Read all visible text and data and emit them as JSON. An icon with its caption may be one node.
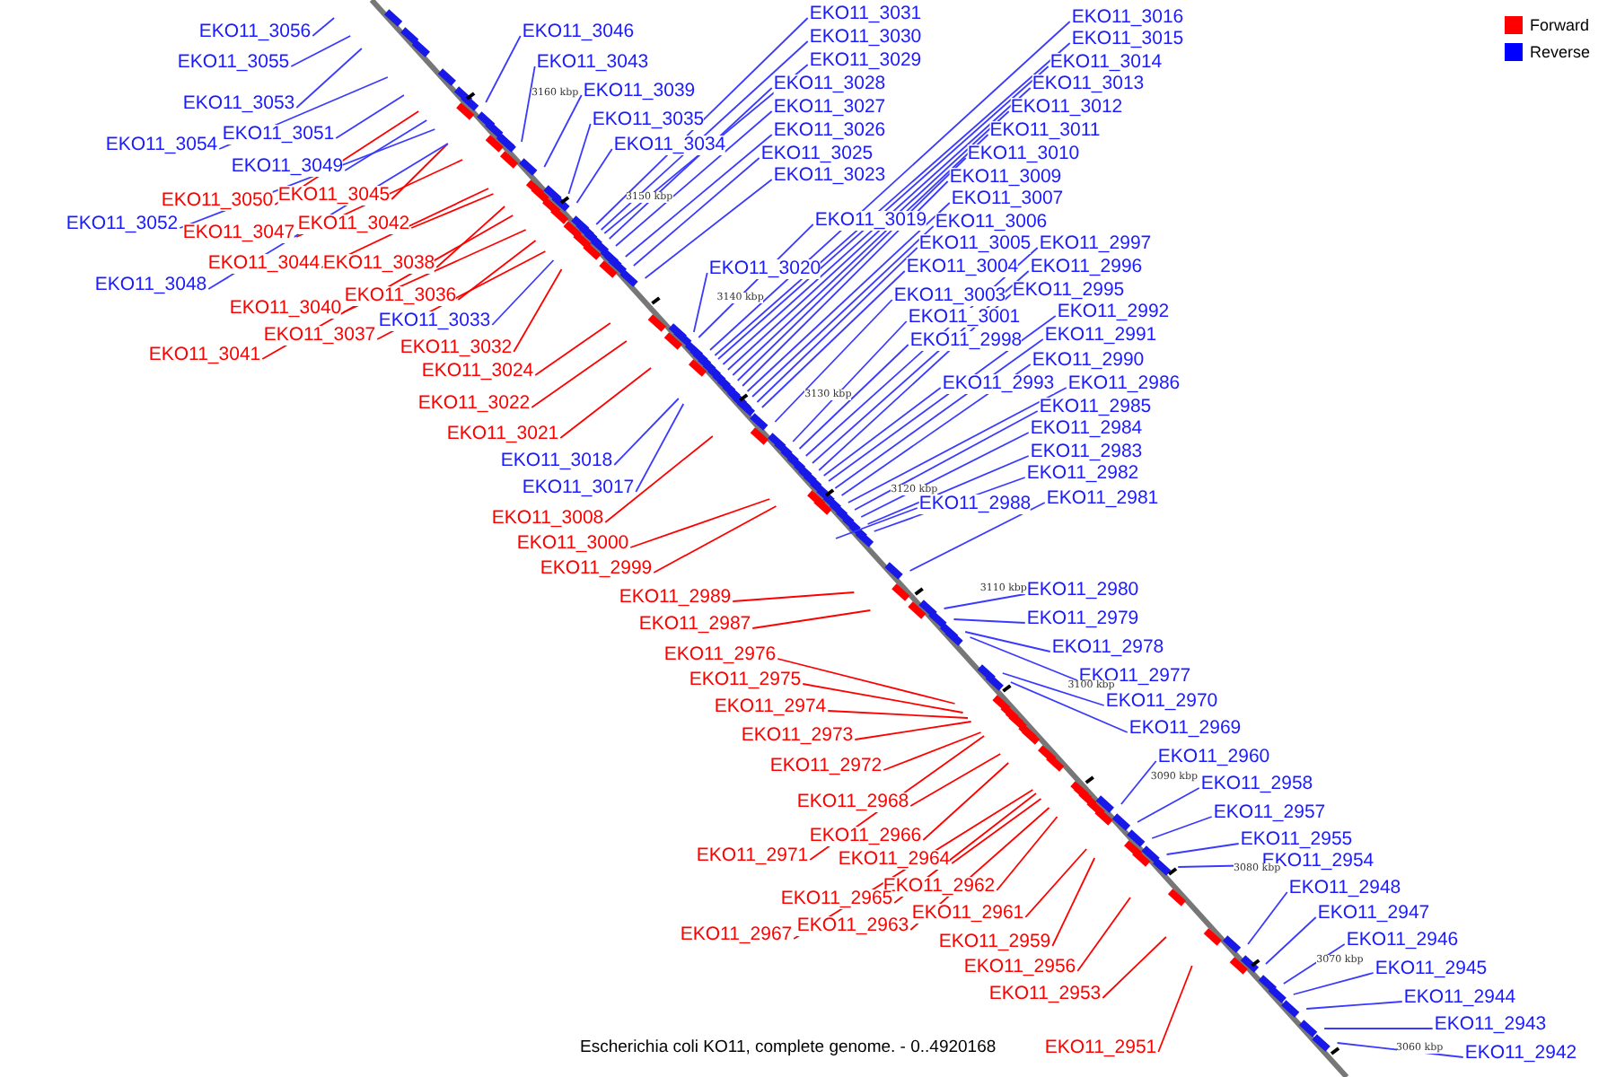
{
  "diagram": {
    "caption": "Escherichia coli KO11, complete genome. - 0..4920168",
    "nodes": [
      {
        "text": [
          "EKO11_3056"
        ]
      },
      {
        "text": [
          "EKO11_3055"
        ]
      },
      {
        "text": [
          "EKO11_3053"
        ]
      },
      {
        "text": [
          "EKO11_3054"
        ]
      },
      {
        "text": [
          "EKO11_3051"
        ]
      },
      {
        "text": [
          "EKO11_3049"
        ]
      },
      {
        "text": [
          "EKO11_3050"
        ]
      },
      {
        "text": [
          "EKO11_3045"
        ]
      },
      {
        "text": [
          "EKO11_3052"
        ]
      },
      {
        "text": [
          "EKO11_3047"
        ]
      },
      {
        "text": [
          "EKO11_3042"
        ]
      },
      {
        "text": [
          "EKO11_3044"
        ]
      },
      {
        "text": [
          "EKO11_3038"
        ]
      },
      {
        "text": [
          "EKO11_3048"
        ]
      },
      {
        "text": [
          "EKO11_3036"
        ]
      },
      {
        "text": [
          "EKO11_3040"
        ]
      },
      {
        "text": [
          "EKO11_3033"
        ]
      },
      {
        "text": [
          "EKO11_3037"
        ]
      },
      {
        "text": [
          "EKO11_3032"
        ]
      },
      {
        "text": [
          "EKO11_3041"
        ]
      },
      {
        "text": [
          "EKO11_3024"
        ]
      },
      {
        "text": [
          "EKO11_3022"
        ]
      },
      {
        "text": [
          "EKO11_3021"
        ]
      },
      {
        "text": [
          "EKO11_3018"
        ]
      },
      {
        "text": [
          "EKO11_3017"
        ]
      },
      {
        "text": [
          "EKO11_3008"
        ]
      },
      {
        "text": [
          "EKO11_3000"
        ]
      },
      {
        "text": [
          "EKO11_2999"
        ]
      },
      {
        "text": [
          "EKO11_2989"
        ]
      },
      {
        "text": [
          "EKO11_2987"
        ]
      },
      {
        "text": [
          "EKO11_2976"
        ]
      },
      {
        "text": [
          "EKO11_2975"
        ]
      },
      {
        "text": [
          "EKO11_2974"
        ]
      },
      {
        "text": [
          "EKO11_2973"
        ]
      },
      {
        "text": [
          "EKO11_2972"
        ]
      },
      {
        "text": [
          "EKO11_2968"
        ]
      },
      {
        "text": [
          "EKO11_2966"
        ]
      },
      {
        "text": [
          "EKO11_2971"
        ]
      },
      {
        "text": [
          "EKO11_2964"
        ]
      },
      {
        "text": [
          "EKO11_2962"
        ]
      },
      {
        "text": [
          "EKO11_2965"
        ]
      },
      {
        "text": [
          "EKO11_2961"
        ]
      },
      {
        "text": [
          "EKO11_2967"
        ]
      },
      {
        "text": [
          "EKO11_2963"
        ]
      },
      {
        "text": [
          "EKO11_2959"
        ]
      },
      {
        "text": [
          "EKO11_2956"
        ]
      },
      {
        "text": [
          "EKO11_2953"
        ]
      },
      {
        "text": [
          "EKO11_2951"
        ]
      },
      {
        "text": [
          "EKO11_3046"
        ]
      },
      {
        "text": [
          "EKO11_3043"
        ]
      },
      {
        "text": [
          "EKO11_3039"
        ]
      },
      {
        "text": [
          "EKO11_3035"
        ]
      },
      {
        "text": [
          "EKO11_3034"
        ]
      },
      {
        "text": [
          "EKO11_3031"
        ]
      },
      {
        "text": [
          "EKO11_3030"
        ]
      },
      {
        "text": [
          "EKO11_3029"
        ]
      },
      {
        "text": [
          "EKO11_3028"
        ]
      },
      {
        "text": [
          "EKO11_3027"
        ]
      },
      {
        "text": [
          "EKO11_3026"
        ]
      },
      {
        "text": [
          "EKO11_3025"
        ]
      },
      {
        "text": [
          "EKO11_3023"
        ]
      },
      {
        "text": [
          "EKO11_3019"
        ]
      },
      {
        "text": [
          "EKO11_3020"
        ]
      },
      {
        "text": [
          "EKO11_3016"
        ]
      },
      {
        "text": [
          "EKO11_3015"
        ]
      },
      {
        "text": [
          "EKO11_3014"
        ]
      },
      {
        "text": [
          "EKO11_3013"
        ]
      },
      {
        "text": [
          "EKO11_3012"
        ]
      },
      {
        "text": [
          "EKO11_3011"
        ]
      },
      {
        "text": [
          "EKO11_3010"
        ]
      },
      {
        "text": [
          "EKO11_3009"
        ]
      },
      {
        "text": [
          "EKO11_3007"
        ]
      },
      {
        "text": [
          "EKO11_3006"
        ]
      },
      {
        "text": [
          "EKO11_3005"
        ]
      },
      {
        "text": [
          "EKO11_3004"
        ]
      },
      {
        "text": [
          "EKO11_3003"
        ]
      },
      {
        "text": [
          "EKO11_3001"
        ]
      },
      {
        "text": [
          "EKO11_2998"
        ]
      },
      {
        "text": [
          "EKO11_2997"
        ]
      },
      {
        "text": [
          "EKO11_2996"
        ]
      },
      {
        "text": [
          "EKO11_2995"
        ]
      },
      {
        "text": [
          "EKO11_2992"
        ]
      },
      {
        "text": [
          "EKO11_2991"
        ]
      },
      {
        "text": [
          "EKO11_2990"
        ]
      },
      {
        "text": [
          "EKO11_2993"
        ]
      },
      {
        "text": [
          "EKO11_2986"
        ]
      },
      {
        "text": [
          "EKO11_2985"
        ]
      },
      {
        "text": [
          "EKO11_2984"
        ]
      },
      {
        "text": [
          "EKO11_2983"
        ]
      },
      {
        "text": [
          "EKO11_2982"
        ]
      },
      {
        "text": [
          "EKO11_2988"
        ]
      },
      {
        "text": [
          "EKO11_2981"
        ]
      },
      {
        "text": [
          "EKO11_2980"
        ]
      },
      {
        "text": [
          "EKO11_2979"
        ]
      },
      {
        "text": [
          "EKO11_2978"
        ]
      },
      {
        "text": [
          "EKO11_2977"
        ]
      },
      {
        "text": [
          "EKO11_2970"
        ]
      },
      {
        "text": [
          "EKO11_2969"
        ]
      },
      {
        "text": [
          "EKO11_2960"
        ]
      },
      {
        "text": [
          "EKO11_2958"
        ]
      },
      {
        "text": [
          "EKO11_2957"
        ]
      },
      {
        "text": [
          "EKO11_2955"
        ]
      },
      {
        "text": [
          "EKO11_2954"
        ]
      },
      {
        "text": [
          "EKO11_2948"
        ]
      },
      {
        "text": [
          "EKO11_2947"
        ]
      },
      {
        "text": [
          "EKO11_2946"
        ]
      },
      {
        "text": [
          "EKO11_2945"
        ]
      },
      {
        "text": [
          "EKO11_2944"
        ]
      },
      {
        "text": [
          "EKO11_2943"
        ]
      },
      {
        "text": [
          "EKO11_2942"
        ]
      }
    ],
    "edges": [
      {
        "from": 0,
        "to": null,
        "arrow": "none"
      },
      {
        "from": 1,
        "to": null,
        "arrow": "none"
      },
      {
        "from": 2,
        "to": null,
        "arrow": "none"
      },
      {
        "from": 3,
        "to": null,
        "arrow": "none"
      },
      {
        "from": 4,
        "to": null,
        "arrow": "none"
      },
      {
        "from": 5,
        "to": null,
        "arrow": "none"
      },
      {
        "from": 6,
        "to": null,
        "arrow": "none",
        "color": "#ff0000"
      },
      {
        "from": 7,
        "to": null,
        "arrow": "none",
        "color": "#ff0000"
      },
      {
        "from": 8,
        "to": null,
        "arrow": "none"
      },
      {
        "from": 9,
        "to": null,
        "arrow": "none",
        "color": "#ff0000"
      },
      {
        "from": 10,
        "to": null,
        "arrow": "none",
        "color": "#ff0000"
      },
      {
        "from": 11,
        "to": null,
        "arrow": "none",
        "color": "#ff0000"
      },
      {
        "from": 12,
        "to": null,
        "arrow": "none",
        "color": "#ff0000"
      },
      {
        "from": 13,
        "to": null,
        "arrow": "none"
      },
      {
        "from": 14,
        "to": null,
        "arrow": "none",
        "color": "#ff0000"
      },
      {
        "from": 15,
        "to": null,
        "arrow": "none",
        "color": "#ff0000"
      },
      {
        "from": 16,
        "to": null,
        "arrow": "none"
      },
      {
        "from": 17,
        "to": null,
        "arrow": "none",
        "color": "#ff0000"
      },
      {
        "from": 18,
        "to": null,
        "arrow": "none",
        "color": "#ff0000"
      },
      {
        "from": 19,
        "to": null,
        "arrow": "none",
        "color": "#ff0000"
      },
      {
        "from": 20,
        "to": null,
        "arrow": "none",
        "color": "#ff0000"
      },
      {
        "from": 21,
        "to": null,
        "arrow": "none",
        "color": "#ff0000"
      },
      {
        "from": 22,
        "to": null,
        "arrow": "none",
        "color": "#ff0000"
      },
      {
        "from": 23,
        "to": null,
        "arrow": "none"
      },
      {
        "from": 24,
        "to": null,
        "arrow": "none"
      },
      {
        "from": 25,
        "to": null,
        "arrow": "none",
        "color": "#ff0000"
      },
      {
        "from": 26,
        "to": null,
        "arrow": "none",
        "color": "#ff0000"
      },
      {
        "from": 27,
        "to": null,
        "arrow": "none",
        "color": "#ff0000"
      },
      {
        "from": 28,
        "to": null,
        "arrow": "none",
        "color": "#ff0000"
      },
      {
        "from": 29,
        "to": null,
        "arrow": "none",
        "color": "#ff0000"
      },
      {
        "from": 30,
        "to": null,
        "arrow": "none",
        "color": "#ff0000"
      },
      {
        "from": 31,
        "to": null,
        "arrow": "none",
        "color": "#ff0000"
      },
      {
        "from": 32,
        "to": null,
        "arrow": "none",
        "color": "#ff0000"
      },
      {
        "from": 33,
        "to": null,
        "arrow": "none",
        "color": "#ff0000"
      },
      {
        "from": 34,
        "to": null,
        "arrow": "none",
        "color": "#ff0000"
      },
      {
        "from": 35,
        "to": null,
        "arrow": "none",
        "color": "#ff0000"
      },
      {
        "from": 36,
        "to": null,
        "arrow": "none",
        "color": "#ff0000"
      },
      {
        "from": 37,
        "to": null,
        "arrow": "none",
        "color": "#ff0000"
      },
      {
        "from": 38,
        "to": null,
        "arrow": "none",
        "color": "#ff0000"
      },
      {
        "from": 39,
        "to": null,
        "arrow": "none",
        "color": "#ff0000"
      },
      {
        "from": 40,
        "to": null,
        "arrow": "none",
        "color": "#ff0000"
      },
      {
        "from": 41,
        "to": null,
        "arrow": "none",
        "color": "#ff0000"
      },
      {
        "from": 42,
        "to": null,
        "arrow": "none",
        "color": "#ff0000"
      },
      {
        "from": 43,
        "to": null,
        "arrow": "none",
        "color": "#ff0000"
      },
      {
        "from": 44,
        "to": null,
        "arrow": "none",
        "color": "#ff0000"
      },
      {
        "from": 45,
        "to": null,
        "arrow": "none",
        "color": "#ff0000"
      },
      {
        "from": 46,
        "to": null,
        "arrow": "none",
        "color": "#ff0000"
      },
      {
        "from": 47,
        "to": null,
        "arrow": "none",
        "color": "#ff0000"
      },
      {
        "from": 48,
        "to": null,
        "arrow": "none"
      },
      {
        "from": 49,
        "to": null,
        "arrow": "none"
      },
      {
        "from": 50,
        "to": null,
        "arrow": "none"
      },
      {
        "from": 51,
        "to": null,
        "arrow": "none"
      },
      {
        "from": 52,
        "to": null,
        "arrow": "none"
      },
      {
        "from": 53,
        "to": null,
        "arrow": "none"
      },
      {
        "from": 54,
        "to": null,
        "arrow": "none"
      },
      {
        "from": 55,
        "to": null,
        "arrow": "none"
      },
      {
        "from": 56,
        "to": null,
        "arrow": "none"
      },
      {
        "from": 57,
        "to": null,
        "arrow": "none"
      },
      {
        "from": 58,
        "to": null,
        "arrow": "none"
      },
      {
        "from": 59,
        "to": null,
        "arrow": "none"
      },
      {
        "from": 60,
        "to": null,
        "arrow": "none"
      },
      {
        "from": 61,
        "to": null,
        "arrow": "none"
      },
      {
        "from": 62,
        "to": null,
        "arrow": "none"
      },
      {
        "from": 63,
        "to": null,
        "arrow": "none"
      },
      {
        "from": 64,
        "to": null,
        "arrow": "none"
      },
      {
        "from": 65,
        "to": null,
        "arrow": "none"
      },
      {
        "from": 66,
        "to": null,
        "arrow": "none"
      },
      {
        "from": 67,
        "to": null,
        "arrow": "none"
      },
      {
        "from": 68,
        "to": null,
        "arrow": "none"
      },
      {
        "from": 69,
        "to": null,
        "arrow": "none"
      },
      {
        "from": 70,
        "to": null,
        "arrow": "none"
      },
      {
        "from": 71,
        "to": null,
        "arrow": "none"
      },
      {
        "from": 72,
        "to": null,
        "arrow": "none"
      },
      {
        "from": 73,
        "to": null,
        "arrow": "none"
      },
      {
        "from": 74,
        "to": null,
        "arrow": "none"
      },
      {
        "from": 75,
        "to": null,
        "arrow": "none"
      },
      {
        "from": 76,
        "to": null,
        "arrow": "none"
      },
      {
        "from": 77,
        "to": null,
        "arrow": "none"
      },
      {
        "from": 78,
        "to": null,
        "arrow": "none"
      },
      {
        "from": 79,
        "to": null,
        "arrow": "none"
      },
      {
        "from": 80,
        "to": null,
        "arrow": "none"
      },
      {
        "from": 81,
        "to": null,
        "arrow": "none"
      },
      {
        "from": 82,
        "to": null,
        "arrow": "none"
      },
      {
        "from": 83,
        "to": null,
        "arrow": "none"
      },
      {
        "from": 84,
        "to": null,
        "arrow": "none"
      },
      {
        "from": 85,
        "to": null,
        "arrow": "none"
      },
      {
        "from": 86,
        "to": null,
        "arrow": "none"
      },
      {
        "from": 87,
        "to": null,
        "arrow": "none"
      },
      {
        "from": 88,
        "to": null,
        "arrow": "none"
      },
      {
        "from": 89,
        "to": null,
        "arrow": "none"
      },
      {
        "from": 90,
        "to": null,
        "arrow": "none"
      },
      {
        "from": 91,
        "to": null,
        "arrow": "none"
      },
      {
        "from": 92,
        "to": null,
        "arrow": "none"
      },
      {
        "from": 93,
        "to": null,
        "arrow": "none"
      },
      {
        "from": 94,
        "to": null,
        "arrow": "none"
      },
      {
        "from": 95,
        "to": null,
        "arrow": "none"
      },
      {
        "from": 96,
        "to": null,
        "arrow": "none"
      },
      {
        "from": 97,
        "to": null,
        "arrow": "none"
      },
      {
        "from": 98,
        "to": null,
        "arrow": "none"
      },
      {
        "from": 99,
        "to": null,
        "arrow": "none"
      },
      {
        "from": 100,
        "to": null,
        "arrow": "none"
      },
      {
        "from": 101,
        "to": null,
        "arrow": "none"
      },
      {
        "from": 102,
        "to": null,
        "arrow": "none"
      },
      {
        "from": 103,
        "to": null,
        "arrow": "none"
      },
      {
        "from": 104,
        "to": null,
        "arrow": "none"
      },
      {
        "from": 105,
        "to": null,
        "arrow": "none"
      },
      {
        "from": 106,
        "to": null,
        "arrow": "none"
      },
      {
        "from": 107,
        "to": null,
        "arrow": "none"
      },
      {
        "from": 108,
        "to": null,
        "arrow": "none"
      },
      {
        "from": 109,
        "to": null,
        "arrow": "none"
      }
    ],
    "labels": [
      "3160 kbp",
      "3150 kbp",
      "3140 kbp",
      "3130 kbp",
      "3120 kbp",
      "3110 kbp",
      "3100 kbp",
      "3090 kbp",
      "3080 kbp",
      "3070 kbp",
      "3060 kbp"
    ],
    "legend": [
      {
        "text": "Forward",
        "color": "#ff0000"
      },
      {
        "text": "Reverse",
        "color": "#0000ff"
      }
    ]
  }
}
